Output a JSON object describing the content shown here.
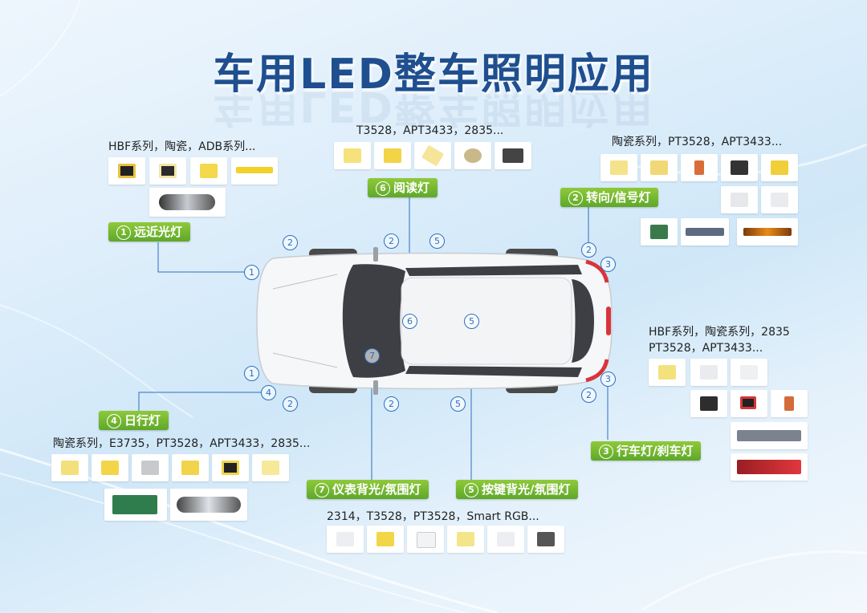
{
  "title": "车用LED整车照明应用",
  "groups": {
    "headlight": {
      "series": "HBF系列，陶瓷，ADB系列...",
      "tag_no": "1",
      "tag": "远近光灯"
    },
    "reading": {
      "series": "T3528，APT3433，2835...",
      "tag_no": "6",
      "tag": "阅读灯"
    },
    "turn": {
      "series": "陶瓷系列，PT3528，APT3433...",
      "tag_no": "2",
      "tag": "转向/信号灯"
    },
    "tail": {
      "series_line1": "HBF系列，陶瓷系列，2835",
      "series_line2": "PT3528，APT3433...",
      "tag_no": "3",
      "tag": "行车灯/刹车灯"
    },
    "drl": {
      "series": "陶瓷系列，E3735，PT3528，APT3433，2835...",
      "tag_no": "4",
      "tag": "日行灯"
    },
    "dashboard": {
      "tag_no": "7",
      "tag": "仪表背光/氛围灯"
    },
    "button": {
      "series": "2314，T3528，PT3528，Smart RGB...",
      "tag_no": "5",
      "tag": "按键背光/氛围灯"
    }
  },
  "markers": {
    "m1a": "1",
    "m1b": "1",
    "m2a": "2",
    "m2b": "2",
    "m2c": "2",
    "m2d": "2",
    "m2e": "2",
    "m2f": "2",
    "m3a": "3",
    "m3b": "3",
    "m4a": "4",
    "m5a": "5",
    "m5b": "5",
    "m5c": "5",
    "m6a": "6",
    "m7a": "7"
  },
  "colors": {
    "tag_green": "#6db32f",
    "title_blue": "#1f4f8f",
    "marker_blue": "#2c6fc0",
    "brake_red": "#d9343b"
  }
}
